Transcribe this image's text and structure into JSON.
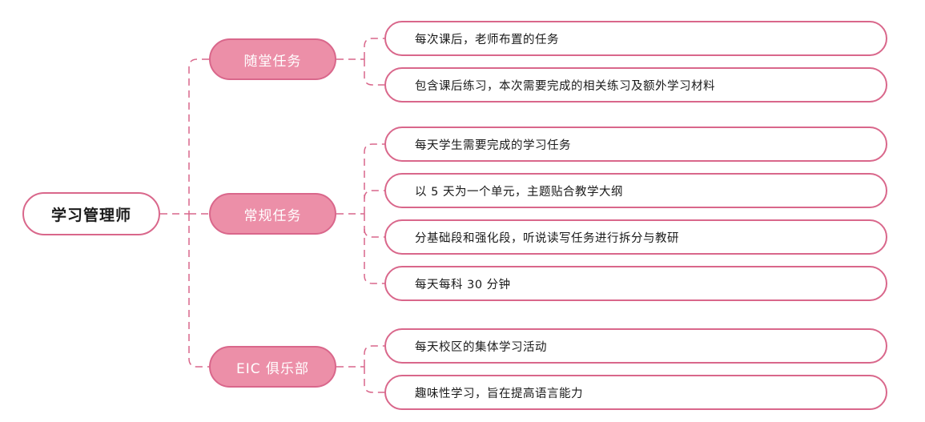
{
  "colors": {
    "border": "#d9678b",
    "branch_fill": "#ec8fa8",
    "branch_text": "#ffffff",
    "text": "#1a1a1a"
  },
  "root": {
    "label": "学习管理师"
  },
  "branches": [
    {
      "label": "随堂任务",
      "items": [
        "每次课后，老师布置的任务",
        "包含课后练习，本次需要完成的相关练习及额外学习材料"
      ]
    },
    {
      "label": "常规任务",
      "items": [
        "每天学生需要完成的学习任务",
        "以 5 天为一个单元，主题贴合教学大纲",
        "分基础段和强化段，听说读写任务进行拆分与教研",
        "每天每科 30 分钟"
      ]
    },
    {
      "label": "EIC 俱乐部",
      "items": [
        "每天校区的集体学习活动",
        "趣味性学习，旨在提高语言能力"
      ]
    }
  ]
}
